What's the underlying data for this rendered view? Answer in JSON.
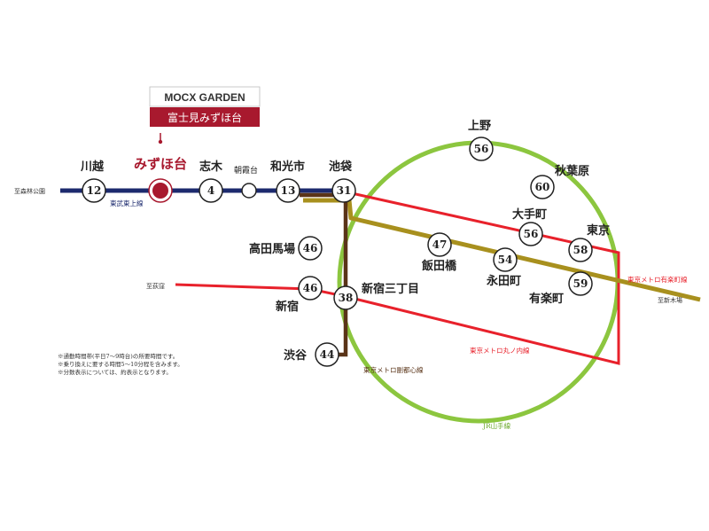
{
  "brand": {
    "logo": "MOCX GARDEN",
    "property": "富士見みずほ台"
  },
  "home": {
    "name": "みずほ台"
  },
  "stations": [
    {
      "id": "kawagoe",
      "name": "川越",
      "time": "12"
    },
    {
      "id": "shiki",
      "name": "志木",
      "time": "4"
    },
    {
      "id": "asakadai",
      "name": "朝霞台",
      "time": ""
    },
    {
      "id": "wakoshi",
      "name": "和光市",
      "time": "13"
    },
    {
      "id": "ikebukuro",
      "name": "池袋",
      "time": "31"
    },
    {
      "id": "takadanobaba",
      "name": "高田馬場",
      "time": "46"
    },
    {
      "id": "shinjuku",
      "name": "新宿",
      "time": "46"
    },
    {
      "id": "shinjuku3",
      "name": "新宿三丁目",
      "time": "38"
    },
    {
      "id": "shibuya",
      "name": "渋谷",
      "time": "44"
    },
    {
      "id": "iidabashi",
      "name": "飯田橋",
      "time": "47"
    },
    {
      "id": "nagatacho",
      "name": "永田町",
      "time": "54"
    },
    {
      "id": "ueno",
      "name": "上野",
      "time": "56"
    },
    {
      "id": "akihabara",
      "name": "秋葉原",
      "time": "60"
    },
    {
      "id": "otemachi",
      "name": "大手町",
      "time": "56"
    },
    {
      "id": "tokyo",
      "name": "東京",
      "time": "58"
    },
    {
      "id": "yurakucho",
      "name": "有楽町",
      "time": "59"
    }
  ],
  "terminals": {
    "moribayashi": "至森林公園",
    "ogikubo": "至荻窪",
    "shinkiba": "至新木場"
  },
  "lines": {
    "tobu": "東武東上線",
    "yurakucho": "東京メトロ有楽町線",
    "marunouchi": "東京メトロ丸ノ内線",
    "fukutoshin": "東京メトロ副都心線",
    "yamanote": "JR山手線"
  },
  "colors": {
    "tobu": "#1c2a6e",
    "yamanote": "#8cc63f",
    "marunouchi": "#e8212b",
    "yurakucho": "#a8901e",
    "fukutoshin": "#5a3418",
    "home": "#a8192e"
  },
  "notes": [
    "※通勤時間帯(平日7〜9時台)の所要時間です。",
    "※乗り換えに要する時間5〜10分程を含みます。",
    "※分数表示については、約表示となります。"
  ]
}
